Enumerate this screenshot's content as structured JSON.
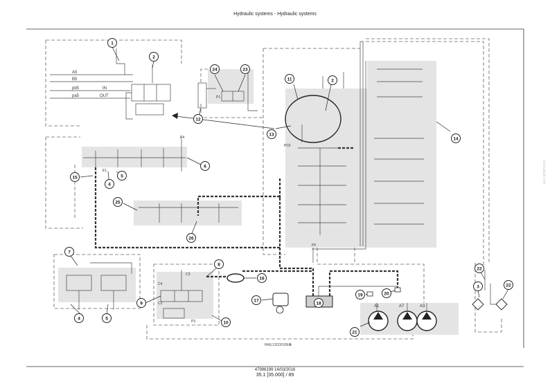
{
  "header": {
    "title": "Hydraulic systems - Hydraulic systems"
  },
  "footer": {
    "doc_code": "47996199 14/03/2016",
    "page": "35.1 [35.000] / 89"
  },
  "watermark": "manualpdf.com",
  "diagram": {
    "bottom_code": "RAIL13C0010EA",
    "bottom_number": "5",
    "port_labels": {
      "a5": "A5",
      "b5": "B5",
      "pb5": "pb5",
      "in": "IN",
      "pa5": "pa5",
      "out": "OUT",
      "a1": "A1",
      "a7": "A7",
      "a3": "A3",
      "pcf": "PCF",
      "p1": "P1",
      "c4": "C4",
      "p3": "P3",
      "p4": "P4",
      "p5": "P5",
      "c2": "C2",
      "e1": "E1",
      "c3": "C3"
    },
    "callouts": [
      {
        "id": "c1",
        "label": "1"
      },
      {
        "id": "c2a",
        "label": "2"
      },
      {
        "id": "c2b",
        "label": "2"
      },
      {
        "id": "c3",
        "label": "3"
      },
      {
        "id": "c4a",
        "label": "4"
      },
      {
        "id": "c4b",
        "label": "4"
      },
      {
        "id": "c5a",
        "label": "5"
      },
      {
        "id": "c5b",
        "label": "5"
      },
      {
        "id": "c6",
        "label": "6"
      },
      {
        "id": "c7",
        "label": "7"
      },
      {
        "id": "c8",
        "label": "8"
      },
      {
        "id": "c9",
        "label": "9"
      },
      {
        "id": "c10",
        "label": "10"
      },
      {
        "id": "c11",
        "label": "11"
      },
      {
        "id": "c12",
        "label": "12"
      },
      {
        "id": "c13",
        "label": "13"
      },
      {
        "id": "c14",
        "label": "14"
      },
      {
        "id": "c15",
        "label": "15"
      },
      {
        "id": "c16",
        "label": "16"
      },
      {
        "id": "c17",
        "label": "17"
      },
      {
        "id": "c18",
        "label": "18"
      },
      {
        "id": "c19",
        "label": "19"
      },
      {
        "id": "c20",
        "label": "20"
      },
      {
        "id": "c21",
        "label": "21"
      },
      {
        "id": "c22a",
        "label": "22"
      },
      {
        "id": "c22b",
        "label": "22"
      },
      {
        "id": "c23",
        "label": "23"
      },
      {
        "id": "c24",
        "label": "24"
      },
      {
        "id": "c25",
        "label": "25"
      },
      {
        "id": "c26",
        "label": "26"
      }
    ]
  }
}
